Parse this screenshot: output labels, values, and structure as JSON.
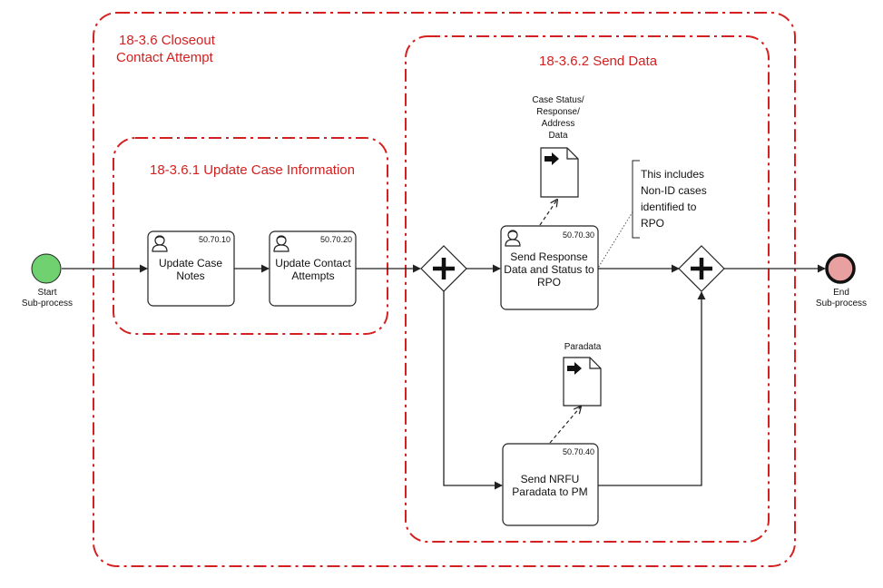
{
  "groups": {
    "outer": {
      "title_line1": "18-3.6 Closeout",
      "title_line2": "Contact Attempt"
    },
    "update": {
      "title": "18-3.6.1 Update Case Information"
    },
    "send": {
      "title": "18-3.6.2 Send Data"
    }
  },
  "events": {
    "start": {
      "line1": "Start",
      "line2": "Sub-process"
    },
    "end": {
      "line1": "End",
      "line2": "Sub-process"
    }
  },
  "tasks": {
    "t1": {
      "id": "50.70.10",
      "line1": "Update Case",
      "line2": "Notes"
    },
    "t2": {
      "id": "50.70.20",
      "line1": "Update Contact",
      "line2": "Attempts"
    },
    "t3": {
      "id": "50.70.30",
      "line1": "Send Response",
      "line2": "Data and Status to",
      "line3": "RPO"
    },
    "t4": {
      "id": "50.70.40",
      "line1": "Send NRFU",
      "line2": "Paradata to PM"
    }
  },
  "data_objects": {
    "d1": {
      "line1": "Case Status/",
      "line2": "Response/",
      "line3": "Address",
      "line4": "Data"
    },
    "d2": {
      "line1": "Paradata"
    }
  },
  "annotation": {
    "line1": "This includes",
    "line2": "Non-ID cases",
    "line3": "identified to",
    "line4": "RPO"
  },
  "colors": {
    "group_border": "#d42020",
    "start_fill": "#6fd16f",
    "end_fill": "#e8a0a0"
  },
  "icons": {
    "task": "user-icon",
    "data": "arrow-right-icon",
    "gateway": "plus-icon"
  }
}
